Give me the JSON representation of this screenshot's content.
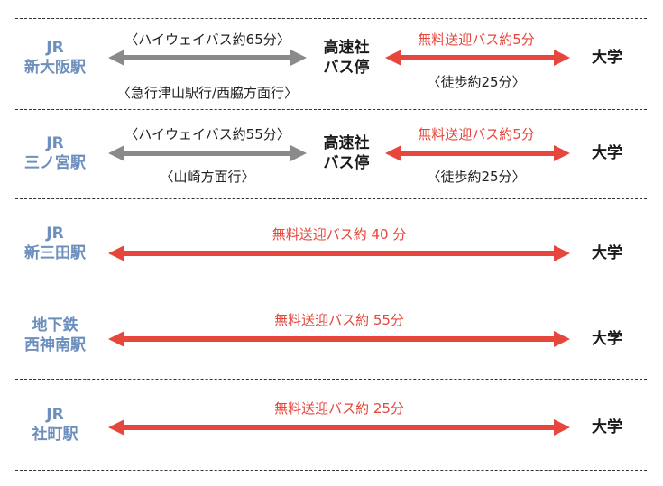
{
  "colors": {
    "red": "#e6463b",
    "gray": "#8a8a8a",
    "station": "#6d8fbd",
    "text": "#1a1a1a"
  },
  "routes": [
    {
      "station": [
        "JR",
        "新大阪駅"
      ],
      "hub": [
        "高速社",
        "バス停"
      ],
      "bus_label": "〈ハイウェイバス約65分〉",
      "bus_sub": "〈急行津山駅行/西脇方面行〉",
      "shuttle_label": "無料送迎バス約5分",
      "walk_label": "〈徒歩約25分〉",
      "dest": "大学"
    },
    {
      "station": [
        "JR",
        "三ノ宮駅"
      ],
      "hub": [
        "高速社",
        "バス停"
      ],
      "bus_label": "〈ハイウェイバス約55分〉",
      "bus_sub": "〈山崎方面行〉",
      "shuttle_label": "無料送迎バス約5分",
      "walk_label": "〈徒歩約25分〉",
      "dest": "大学"
    },
    {
      "station": [
        "JR",
        "新三田駅"
      ],
      "shuttle_label": "無料送迎バス約 40 分",
      "dest": "大学"
    },
    {
      "station": [
        "地下鉄",
        "西神南駅"
      ],
      "shuttle_label": "無料送迎バス約 55分",
      "dest": "大学"
    },
    {
      "station": [
        "JR",
        "社町駅"
      ],
      "shuttle_label": "無料送迎バス約 25分",
      "dest": "大学"
    }
  ]
}
